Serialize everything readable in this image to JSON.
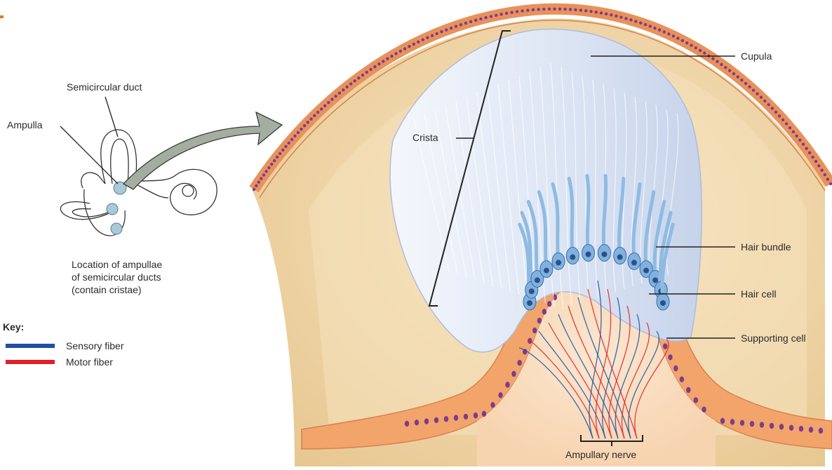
{
  "labels": {
    "semicircular_duct": "Semicircular duct",
    "ampulla": "Ampulla",
    "crista": "Crista",
    "cupula": "Cupula",
    "hair_bundle": "Hair bundle",
    "hair_cell": "Hair cell",
    "supporting_cell": "Supporting cell",
    "ampullary_nerve": "Ampullary nerve"
  },
  "caption": {
    "line1": "Location of ampullae",
    "line2": "of semicircular ducts",
    "line3": "(contain cristae)"
  },
  "key": {
    "title": "Key:",
    "items": [
      {
        "label": "Sensory fiber",
        "color": "#1f4fa3"
      },
      {
        "label": "Motor fiber",
        "color": "#e0202a"
      }
    ]
  },
  "colors": {
    "epithelium": "#f2a46a",
    "tissue": "#f3dcb4",
    "cupula": "#dfe7f5",
    "hair_cell": "#7fb2de",
    "nucleus": "#7a3d8f",
    "arrow": "#a3aea1"
  }
}
